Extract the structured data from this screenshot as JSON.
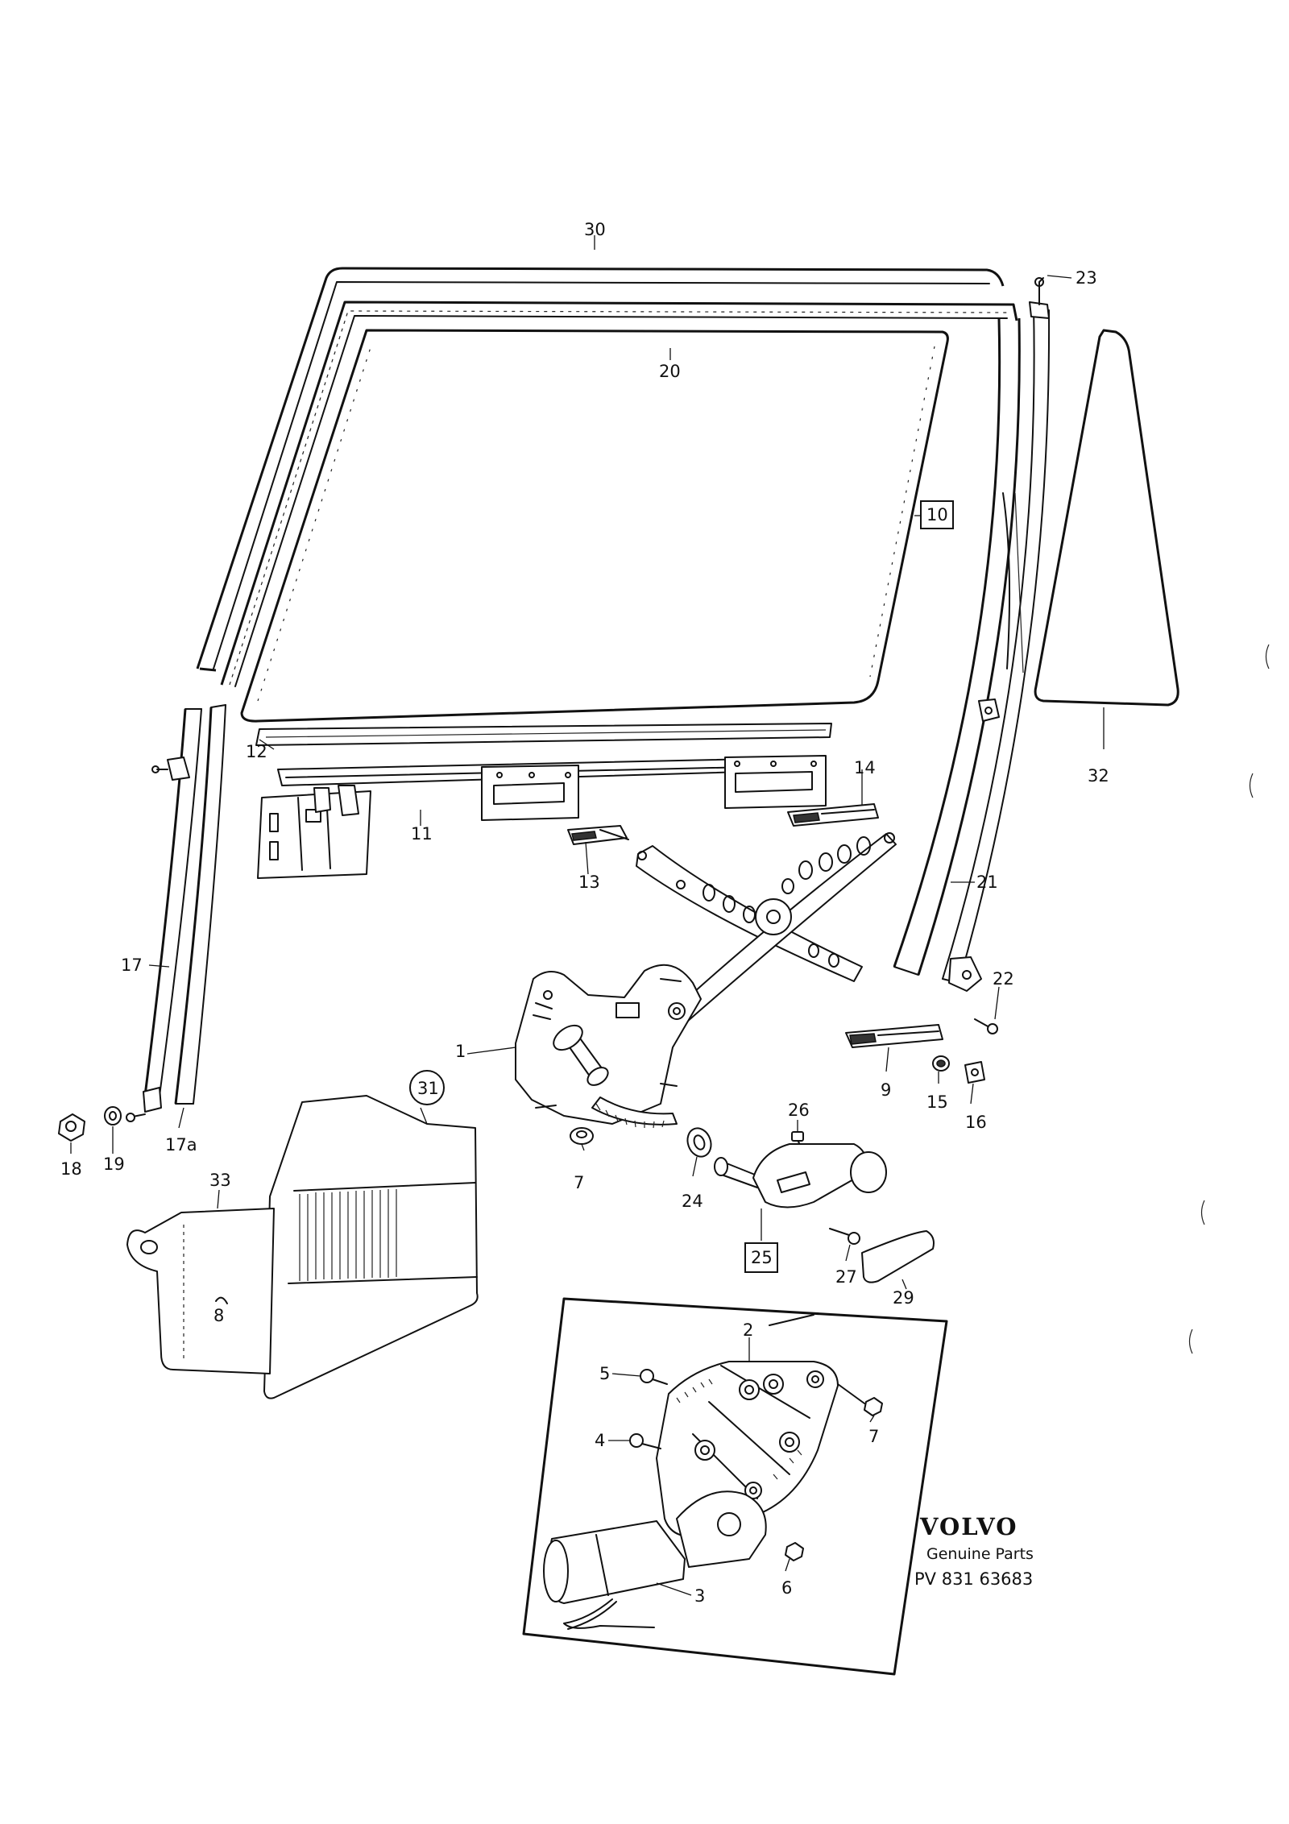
{
  "callouts": {
    "c1": "1",
    "c2": "2",
    "c3": "3",
    "c4": "4",
    "c5": "5",
    "c6": "6",
    "c7a": "7",
    "c7b": "7",
    "c9": "9",
    "c10": "10",
    "c11": "11",
    "c12": "12",
    "c13": "13",
    "c14": "14",
    "c15": "15",
    "c16": "16",
    "c17": "17",
    "c17a": "17a",
    "c18": "18",
    "c19": "19",
    "c20": "20",
    "c21": "21",
    "c22": "22",
    "c23": "23",
    "c24": "24",
    "c25": "25",
    "c26": "26",
    "c27": "27",
    "c29": "29",
    "c30": "30",
    "c31": "31",
    "c32": "32",
    "c33": "33"
  },
  "branding": {
    "brand": "VOLVO",
    "tagline": "Genuine Parts",
    "part_number": "PV 831 63683"
  },
  "icons": [
    "circled-callout-31",
    "boxed-callout-10",
    "boxed-callout-25"
  ]
}
